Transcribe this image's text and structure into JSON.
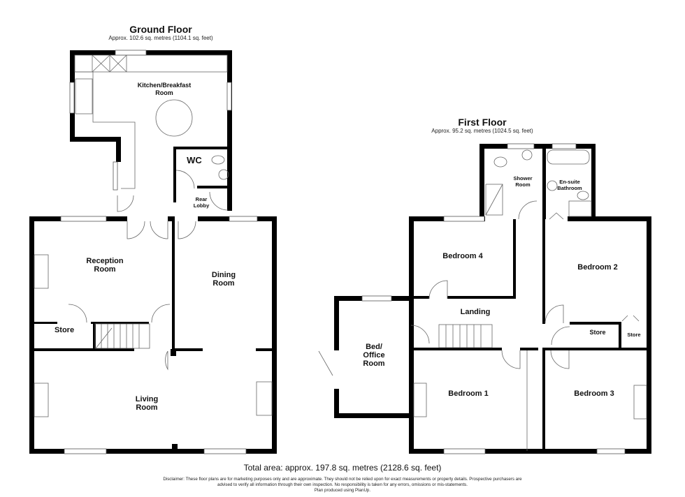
{
  "ground_floor": {
    "title": "Ground Floor",
    "area": "Approx. 102.6 sq. metres (1104.1 sq. feet)",
    "rooms": {
      "kitchen": "Kitchen/Breakfast\nRoom",
      "wc": "WC",
      "rear_lobby": "Rear\nLobby",
      "reception": "Reception\nRoom",
      "dining": "Dining\nRoom",
      "store": "Store",
      "living": "Living\nRoom"
    }
  },
  "first_floor": {
    "title": "First Floor",
    "area": "Approx. 95.2 sq. metres (1024.5 sq. feet)",
    "rooms": {
      "shower": "Shower\nRoom",
      "ensuite": "En-suite\nBathroom",
      "bedroom4": "Bedroom 4",
      "bedroom2": "Bedroom 2",
      "landing": "Landing",
      "bed_office": "Bed/\nOffice\nRoom",
      "store1": "Store",
      "store2": "Store",
      "bedroom1": "Bedroom 1",
      "bedroom3": "Bedroom 3"
    }
  },
  "footer": {
    "total_area": "Total area: approx. 197.8 sq. metres (2128.6 sq. feet)",
    "disclaimer_line1": "Disclaimer: These floor plans are for marketing purposes only and are approximate. They should not be relied upon for exact measurements or property details. Prospective purchasers are",
    "disclaimer_line2": "advised to verify all information through their own inspection. No responsibility is taken for any errors, omissions or mis-statements.",
    "disclaimer_line3": "Plan produced using PlanUp."
  },
  "colors": {
    "wall": "#000000",
    "background": "#ffffff",
    "fixture": "#888888"
  }
}
